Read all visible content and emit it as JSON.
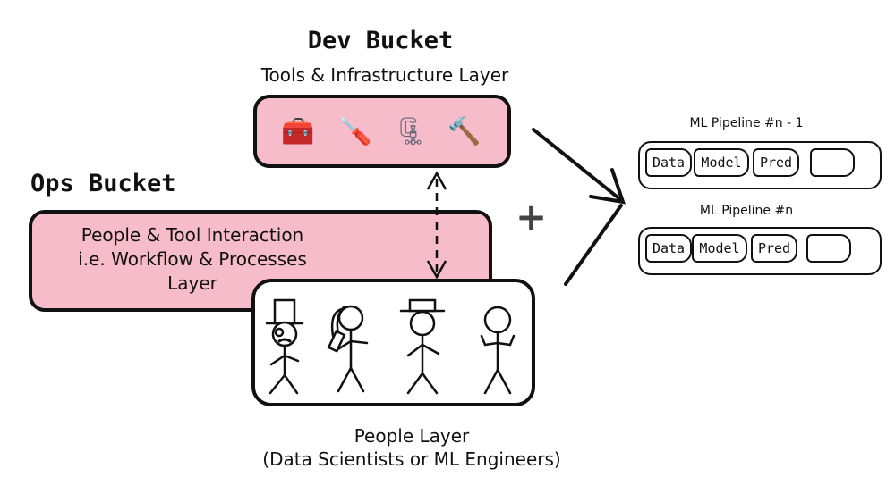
{
  "dev_bucket": {
    "title": "Dev Bucket",
    "layer_label": "Tools & Infrastructure Layer",
    "tools": [
      {
        "icon": "toolbox-icon",
        "glyph": "🧰"
      },
      {
        "icon": "screwdriver-icon",
        "glyph": "🪛"
      },
      {
        "icon": "clamp-icon",
        "glyph": "🗜"
      },
      {
        "icon": "hammer-icon",
        "glyph": "🔨"
      }
    ]
  },
  "ops_bucket": {
    "title": "Ops Bucket",
    "layer_line1": "People & Tool Interaction",
    "layer_line2": "i.e. Workflow & Processes",
    "layer_line3": "Layer"
  },
  "people_layer": {
    "title": "People Layer",
    "subtitle": "(Data Scientists or ML Engineers)"
  },
  "plus_sign": "+",
  "pipelines": [
    {
      "label": "ML Pipeline #n - 1",
      "stages": [
        "Data",
        "Model",
        "Pred",
        ""
      ]
    },
    {
      "label": "ML Pipeline #n",
      "stages": [
        "Data",
        "Model",
        "Pred",
        ""
      ]
    }
  ],
  "colors": {
    "layer_fill": "#f7bcc9",
    "stroke": "#111111"
  }
}
